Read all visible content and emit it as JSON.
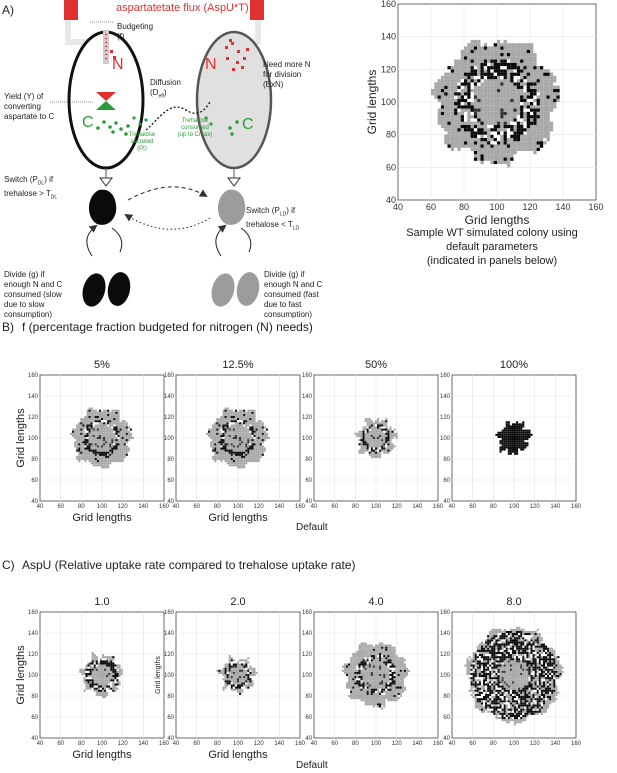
{
  "panelA": {
    "label": "A)",
    "flux_label": "aspartatetate flux (AspU*T)",
    "budgeting": "Budgeting\n(f)",
    "yield": "Yield (Y) of\nconverting\naspartate to C",
    "diffusion": "Diffusion\n(D",
    "diffusion_sub": "eff",
    "need_n": "Need more N\nfor division\n(ExN)",
    "n_left": "N",
    "n_right": "N",
    "c_left": "C",
    "c_right": "C",
    "trehalose_secreted": "Trehalose\nsecreted\n(Pt)",
    "trehalose_consumed": "Trehalose\nconsumed\n(up to Cmax)",
    "switch_dl_1": "Switch (P",
    "switch_dl_sub": "DL",
    "switch_dl_2": ") if\ntrehalose > T",
    "switch_dl_sub2": "DL",
    "switch_ld_1": "Switch (P",
    "switch_ld_sub": "LD",
    "switch_ld_2": ") if\ntrehalose < T",
    "switch_ld_sub2": "LD",
    "divide_left": "Divide (g) if\nenough N and C\nconsumed (slow\ndue to slow\nconsumption)",
    "divide_right": "Divide (g) if\nenough N and C\nconsumed (fast\ndue to fast\nconsumption)"
  },
  "sample": {
    "ylabel": "Grid lengths",
    "xlabel": "Grid lengths",
    "caption": "Sample WT simulated colony using\ndefault parameters\n(indicated in panels below)"
  },
  "panelB": {
    "label": "B)",
    "title": "f (percentage fraction budgeted for nitrogen (N) needs)",
    "ylabel": "Grid lengths",
    "xlabel": "Grid lengths",
    "default_label": "Default",
    "titles": [
      "5%",
      "12.5%",
      "50%",
      "100%"
    ]
  },
  "panelC": {
    "label": "C)",
    "title": "AspU (Relative uptake rate compared to trehalose uptake rate)",
    "ylabel": "Grid lengths",
    "ylabel_small": "Grid lengths",
    "xlabel": "Grid lengths",
    "default_label": "Default",
    "titles": [
      "1.0",
      "2.0",
      "4.0",
      "8.0"
    ]
  },
  "chart_data": [
    {
      "type": "heatmap",
      "name": "sample-wt",
      "xlim": [
        40,
        160
      ],
      "ylim": [
        40,
        160
      ],
      "xticks": [
        40,
        60,
        80,
        100,
        120,
        140,
        160
      ],
      "yticks": [
        40,
        60,
        80,
        100,
        120,
        140,
        160
      ],
      "xlabel": "Grid lengths",
      "ylabel": "Grid lengths",
      "outer_radius": 37,
      "core_radius": 15,
      "ring_radius": 26
    },
    {
      "type": "heatmap",
      "name": "f-5",
      "xlim": [
        40,
        160
      ],
      "ylim": [
        40,
        160
      ],
      "title": "5%",
      "outer_radius": 28,
      "core_radius": 13,
      "ring_radius": 18
    },
    {
      "type": "heatmap",
      "name": "f-12.5",
      "xlim": [
        40,
        160
      ],
      "ylim": [
        40,
        160
      ],
      "title": "12.5%",
      "outer_radius": 28,
      "core_radius": 13,
      "ring_radius": 18
    },
    {
      "type": "heatmap",
      "name": "f-50",
      "xlim": [
        40,
        160
      ],
      "ylim": [
        40,
        160
      ],
      "title": "50%",
      "outer_radius": 18,
      "core_radius": 10,
      "ring_radius": 14
    },
    {
      "type": "heatmap",
      "name": "f-100",
      "xlim": [
        40,
        160
      ],
      "ylim": [
        40,
        160
      ],
      "title": "100%",
      "outer_radius": 15,
      "core_radius": 0,
      "ring_radius": 15
    },
    {
      "type": "heatmap",
      "name": "aspu-1",
      "xlim": [
        40,
        160
      ],
      "ylim": [
        40,
        160
      ],
      "title": "1.0",
      "outer_radius": 19,
      "core_radius": 10,
      "ring_radius": 16
    },
    {
      "type": "heatmap",
      "name": "aspu-2",
      "xlim": [
        40,
        160
      ],
      "ylim": [
        40,
        160
      ],
      "title": "2.0",
      "outer_radius": 16,
      "core_radius": 9,
      "ring_radius": 14
    },
    {
      "type": "heatmap",
      "name": "aspu-4",
      "xlim": [
        40,
        160
      ],
      "ylim": [
        40,
        160
      ],
      "title": "4.0",
      "outer_radius": 30,
      "core_radius": 14,
      "ring_radius": 20
    },
    {
      "type": "heatmap",
      "name": "aspu-8",
      "xlim": [
        40,
        160
      ],
      "ylim": [
        40,
        160
      ],
      "title": "8.0",
      "outer_radius": 45,
      "core_radius": 15,
      "ring_radius": 42
    }
  ],
  "colors": {
    "gray": "#a8a8a8",
    "black": "#0a0a0a",
    "red": "#e03131",
    "green": "#2a9d3a"
  }
}
